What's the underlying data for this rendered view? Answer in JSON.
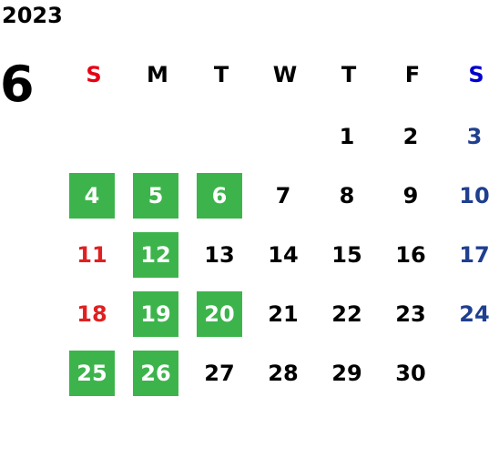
{
  "calendar": {
    "year": "2023",
    "month": "6",
    "weekdays": [
      "S",
      "M",
      "T",
      "W",
      "T",
      "F",
      "S"
    ],
    "colors": {
      "sunday_header": "#e60012",
      "saturday_header": "#0000cc",
      "sunday_day": "#e02020",
      "saturday_day": "#1f3f8f",
      "weekday_day": "#000000",
      "highlight_bg": "#3cb44b",
      "highlight_text": "#ffffff"
    },
    "weeks": [
      [
        null,
        null,
        null,
        null,
        "1",
        "2",
        "3"
      ],
      [
        "4",
        "5",
        "6",
        "7",
        "8",
        "9",
        "10"
      ],
      [
        "11",
        "12",
        "13",
        "14",
        "15",
        "16",
        "17"
      ],
      [
        "18",
        "19",
        "20",
        "21",
        "22",
        "23",
        "24"
      ],
      [
        "25",
        "26",
        "27",
        "28",
        "29",
        "30",
        null
      ]
    ],
    "highlighted_days": [
      "4",
      "5",
      "6",
      "12",
      "19",
      "20",
      "25",
      "26"
    ]
  }
}
